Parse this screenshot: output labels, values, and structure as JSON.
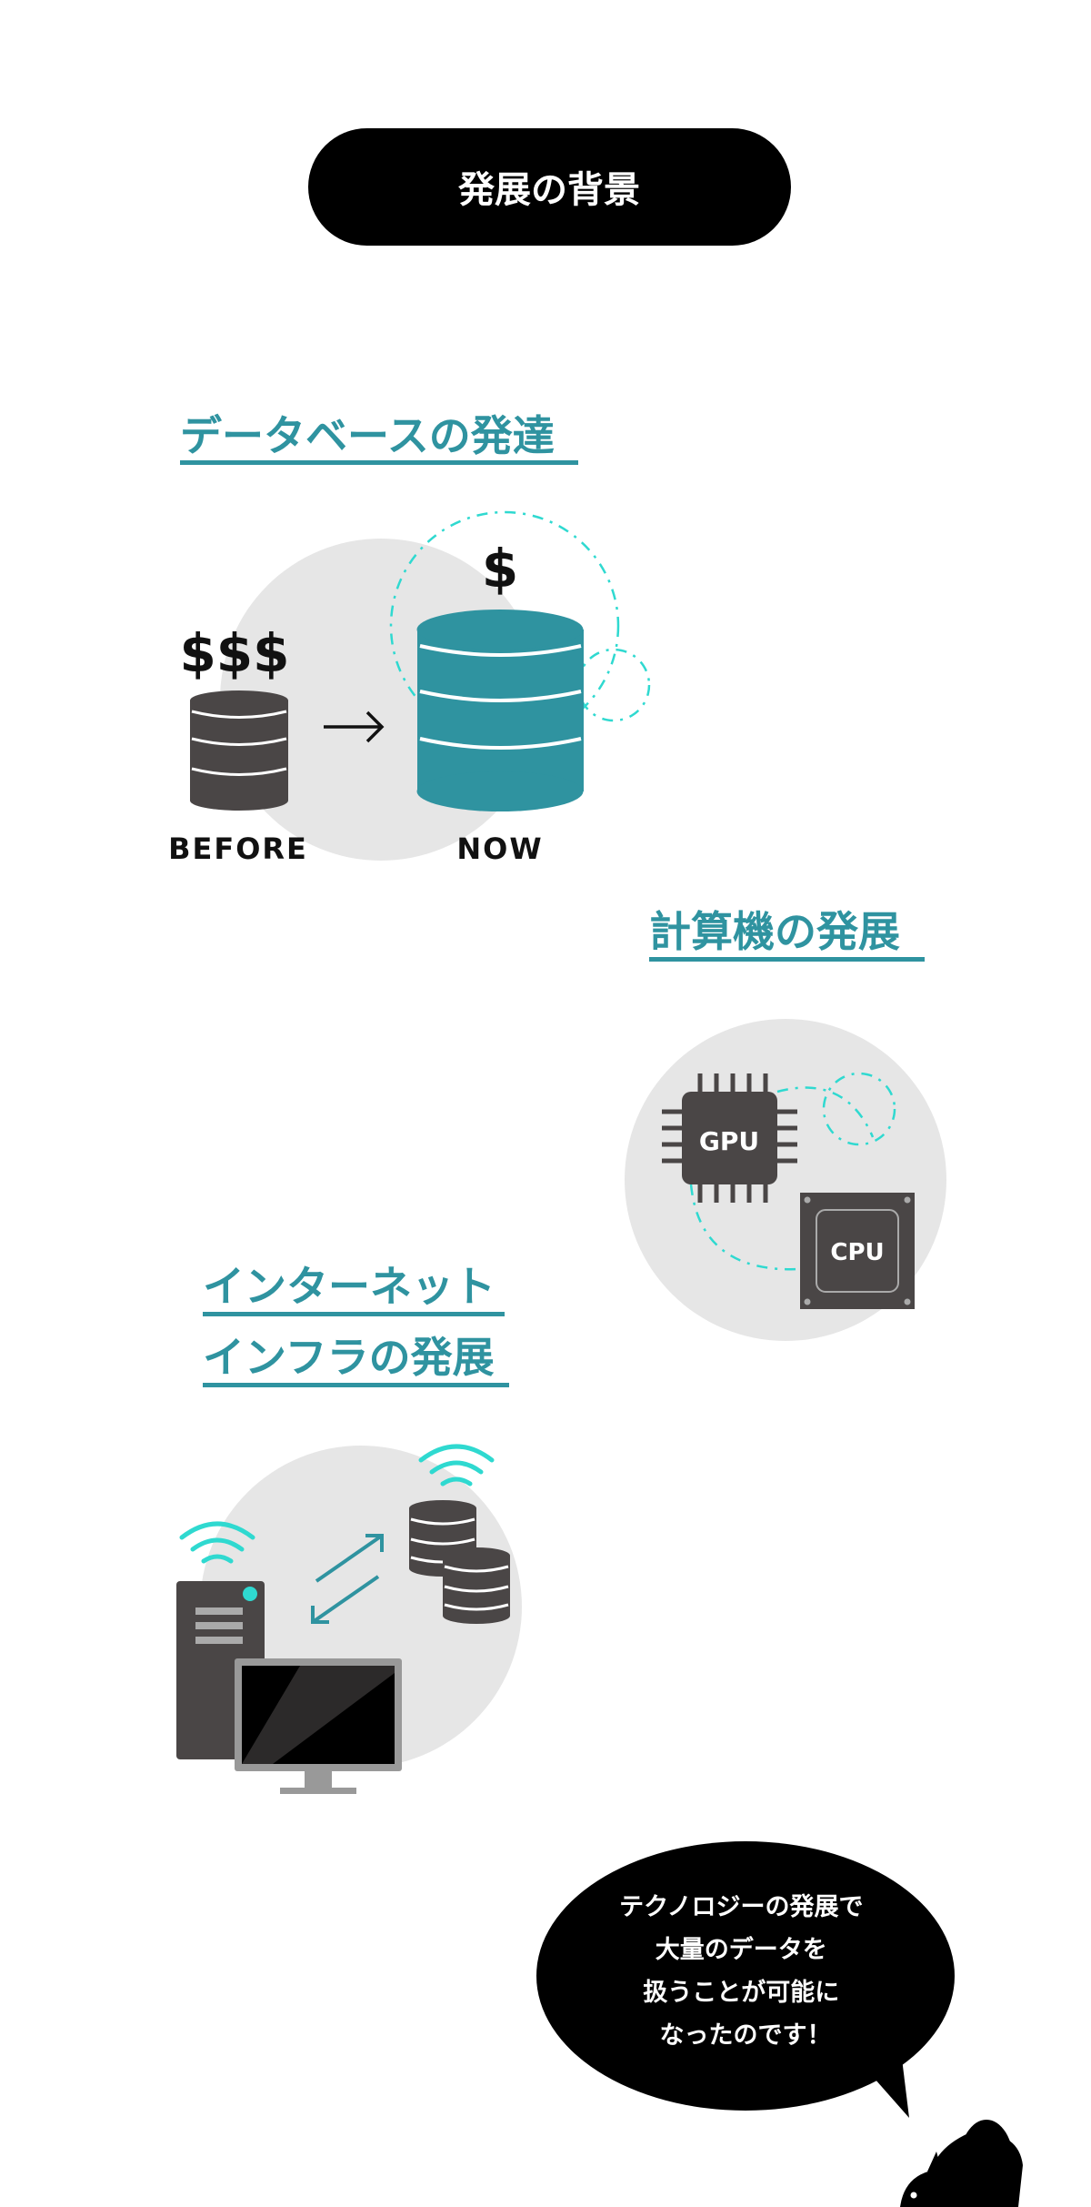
{
  "header": {
    "title": "発展の背景"
  },
  "database_section": {
    "title": "データベースの発達",
    "before_cost": "$$$",
    "now_cost": "$",
    "before_label": "BEFORE",
    "now_label": "NOW"
  },
  "compute_section": {
    "title": "計算機の発展",
    "gpu_label": "GPU",
    "cpu_label": "CPU"
  },
  "internet_section": {
    "title_line1": "インターネット",
    "title_line2": "インフラの発展"
  },
  "speech_bubble": {
    "lines": [
      "テクノロジーの発展で",
      "大量のデータを",
      "扱うことが可能に",
      "なったのです！"
    ]
  },
  "colors": {
    "accent": "#2f93a0",
    "dark": "#4a4646",
    "circle": "#e6e6e6",
    "dash": "#2fd9d0"
  }
}
